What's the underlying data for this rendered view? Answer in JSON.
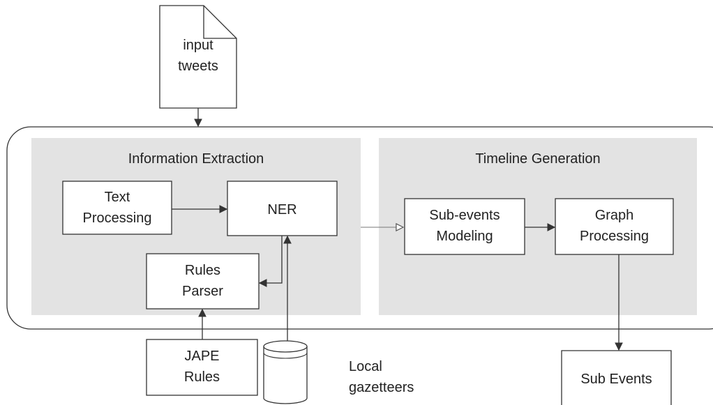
{
  "input_doc": {
    "line1": "input",
    "line2": "tweets"
  },
  "panels": {
    "information_extraction": {
      "title": "Information Extraction"
    },
    "timeline_generation": {
      "title": "Timeline Generation"
    }
  },
  "boxes": {
    "text_processing": {
      "line1": "Text",
      "line2": "Processing"
    },
    "ner": {
      "label": "NER"
    },
    "rules_parser": {
      "line1": "Rules",
      "line2": "Parser"
    },
    "sub_events_modeling": {
      "line1": "Sub-events",
      "line2": "Modeling"
    },
    "graph_processing": {
      "line1": "Graph",
      "line2": "Processing"
    },
    "jape_rules": {
      "line1": "JAPE",
      "line2": "Rules"
    },
    "sub_events_output": {
      "label": "Sub Events"
    }
  },
  "database": {
    "line1": "Local",
    "line2": "gazetteers"
  },
  "colors": {
    "panel_fill": "#e3e3e3",
    "stroke": "#333333",
    "box_fill": "#ffffff"
  }
}
